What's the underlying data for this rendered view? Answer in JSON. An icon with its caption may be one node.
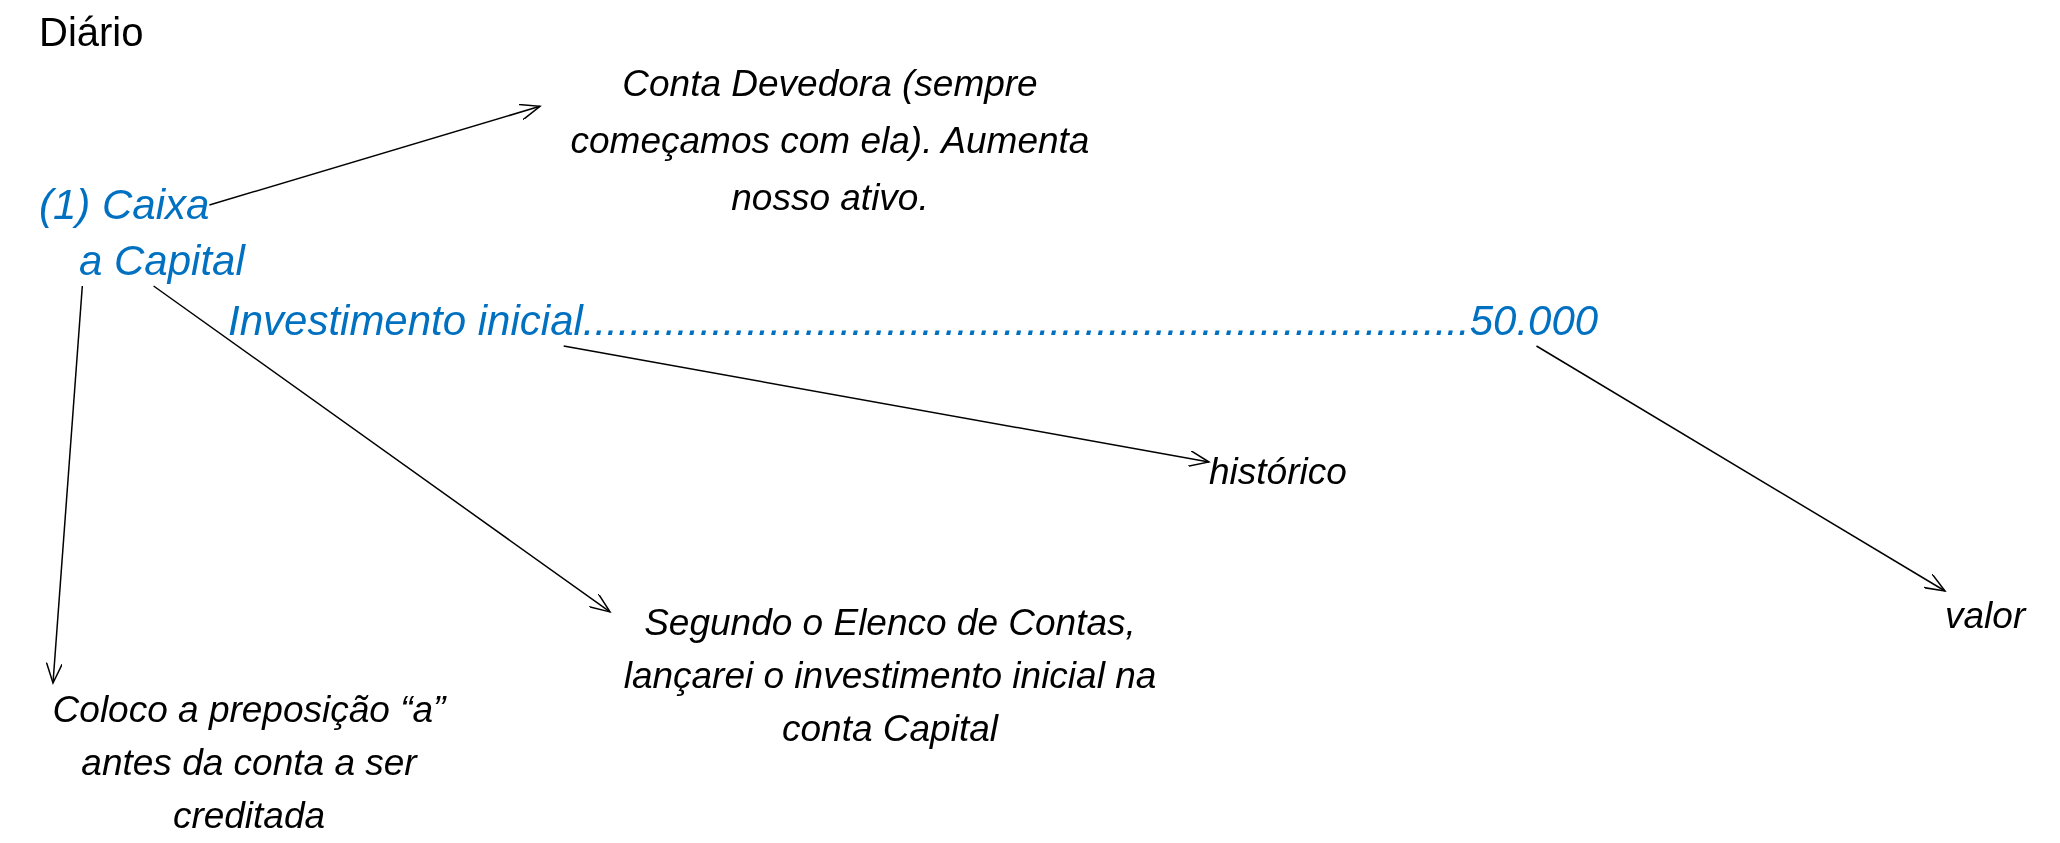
{
  "diagram": {
    "title": "Diário",
    "nodes": [
      {
        "text": [
          "(1) Caixa"
        ]
      },
      {
        "text": [
          "a Capital"
        ]
      },
      {
        "text": [
          "Investimento inicial............................................................................50.000"
        ]
      },
      {
        "text": [
          "Conta Devedora (sempre começamos com ela). Aumenta nosso ativo."
        ]
      },
      {
        "text": [
          "histórico"
        ]
      },
      {
        "text": [
          "valor"
        ]
      },
      {
        "text": [
          "Coloco a preposição “a” antes da conta a ser creditada"
        ]
      },
      {
        "text": [
          "Segundo o Elenco de Contas, lançarei o investimento inicial na conta Capital"
        ]
      }
    ],
    "edges": [
      {
        "from": 0,
        "to": 3,
        "arrow": "to"
      },
      {
        "from": 1,
        "to": 6,
        "arrow": "to"
      },
      {
        "from": 1,
        "to": 7,
        "arrow": "to"
      },
      {
        "from": 2,
        "to": 4,
        "arrow": "to"
      },
      {
        "from": 2,
        "to": 5,
        "arrow": "to"
      }
    ]
  }
}
